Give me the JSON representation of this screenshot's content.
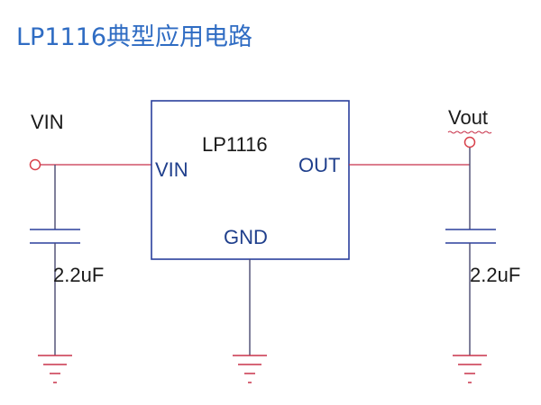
{
  "title": "LP1116典型应用电路",
  "chip": {
    "name": "LP1116",
    "pin_in": "VIN",
    "pin_out": "OUT",
    "pin_gnd": "GND"
  },
  "input": {
    "label": "VIN",
    "capacitor": "2.2uF"
  },
  "output": {
    "label": "Vout",
    "capacitor": "2.2uF"
  },
  "colors": {
    "title": "#2f6cc3",
    "wire": "#c8324a",
    "component": "#2a3f9c",
    "ground": "#c8324a"
  }
}
